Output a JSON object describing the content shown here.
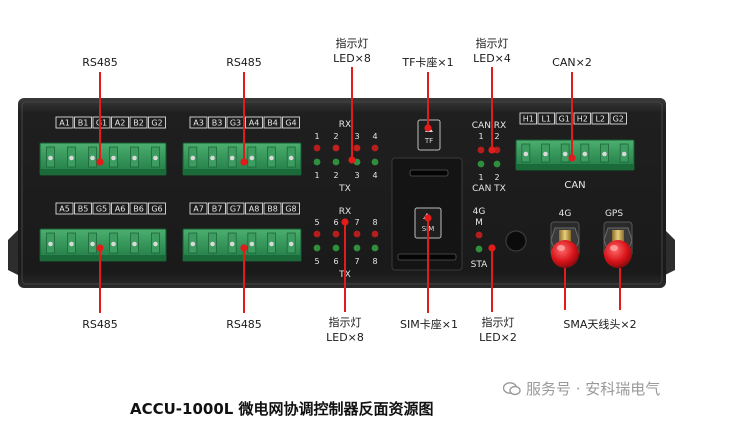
{
  "caption": "ACCU-1000L 微电网协调控制器反面资源图",
  "watermark": "服务号 · 安科瑞电气",
  "callouts": {
    "rs485_tl": "RS485",
    "rs485_tm": "RS485",
    "rs485_bl": "RS485",
    "rs485_bm": "RS485",
    "led_top_1": "指示灯",
    "led_top_2": "LED×8",
    "led_bot_1": "指示灯",
    "led_bot_2": "LED×8",
    "tf": "TF卡座×1",
    "sim": "SIM卡座×1",
    "led4_1": "指示灯",
    "led4_2": "LED×4",
    "led2_1": "指示灯",
    "led2_2": "LED×2",
    "can": "CAN×2",
    "sma": "SMA天线头×2"
  },
  "device": {
    "pins_tl": [
      "A1",
      "B1",
      "G1",
      "A2",
      "B2",
      "G2"
    ],
    "pins_tm": [
      "A3",
      "B3",
      "G3",
      "A4",
      "B4",
      "G4"
    ],
    "pins_bl": [
      "A5",
      "B5",
      "G5",
      "A6",
      "B6",
      "G6"
    ],
    "pins_bm": [
      "A7",
      "B7",
      "G7",
      "A8",
      "B8",
      "G8"
    ],
    "pins_can": [
      "H1",
      "L1",
      "G1",
      "H2",
      "L2",
      "G2"
    ],
    "rx": "RX",
    "tx": "TX",
    "nums_a": [
      "1",
      "2",
      "3",
      "4"
    ],
    "nums_b": [
      "5",
      "6",
      "7",
      "8"
    ],
    "can_label": "CAN",
    "can_rx": "CAN RX",
    "can_rx_nums": [
      "1",
      "2"
    ],
    "can_tx": "CAN TX",
    "can_tx_nums": [
      "1",
      "2"
    ],
    "m4g": "4G",
    "m4g_m": "M",
    "sta": "STA",
    "ant_4g": "4G",
    "ant_gps": "GPS",
    "tf_text": "TF",
    "sim_text": "SIM"
  }
}
